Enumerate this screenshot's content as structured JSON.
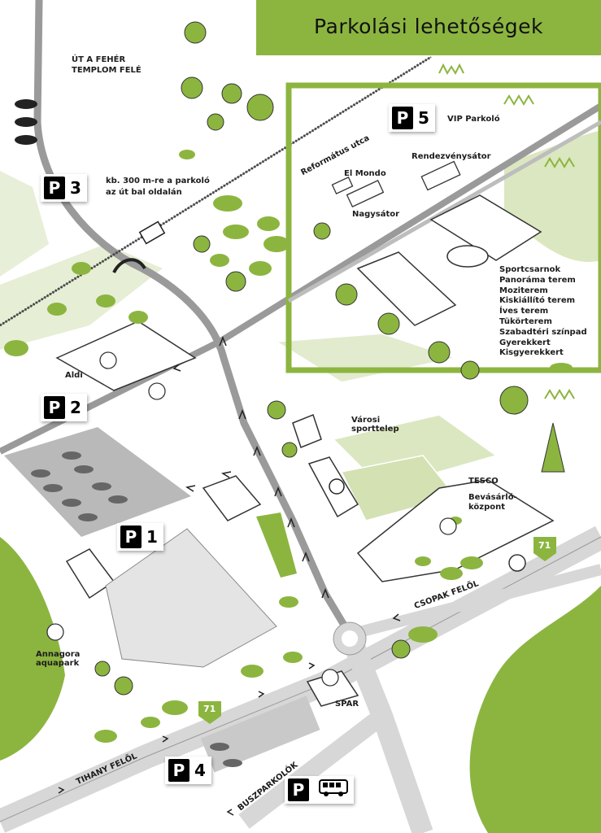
{
  "title": "Parkolási lehetőségek",
  "colors": {
    "green": "#8cb540",
    "light_green": "#dbe7c0",
    "road": "#9a9a9a"
  },
  "parking": {
    "p1": {
      "letter": "P",
      "number": "1"
    },
    "p2": {
      "letter": "P",
      "number": "2"
    },
    "p3": {
      "letter": "P",
      "number": "3",
      "note_line1": "kb. 300 m-re a parkoló",
      "note_line2": "az út bal oldalán"
    },
    "p4": {
      "letter": "P",
      "number": "4"
    },
    "p5": {
      "letter": "P",
      "number": "5",
      "label": "VIP Parkoló"
    },
    "bus": {
      "letter": "P",
      "icon": "bus-icon"
    }
  },
  "labels": {
    "church_line1": "ÚT A FEHÉR",
    "church_line2": "TEMPLOM FELÉ",
    "reformatus": "Református utca",
    "el_mondo": "El Mondo",
    "rendezveny": "Rendezvénysátor",
    "nagysator": "Nagysátor",
    "aldi": "Aldi",
    "varosi_line1": "Városi",
    "varosi_line2": "sporttelep",
    "tesco": "TESCO",
    "bevasarlo_line1": "Bevásárló-",
    "bevasarlo_line2": "központ",
    "csopak": "CSOPAK FELŐL",
    "annagora_line1": "Annagora",
    "annagora_line2": "aquapark",
    "spar": "SPAR",
    "tihany": "TIHANY FELŐL",
    "buszparkolok": "BUSZPARKOLÓK",
    "road_71_a": "71",
    "road_71_b": "71"
  },
  "facilities": [
    "Sportcsarnok",
    "Panoráma terem",
    "Moziterem",
    "Kiskiállító terem",
    "Íves terem",
    "Tükörterem",
    "Szabadtéri színpad",
    "Gyerekkert",
    "Kisgyerekkert"
  ]
}
